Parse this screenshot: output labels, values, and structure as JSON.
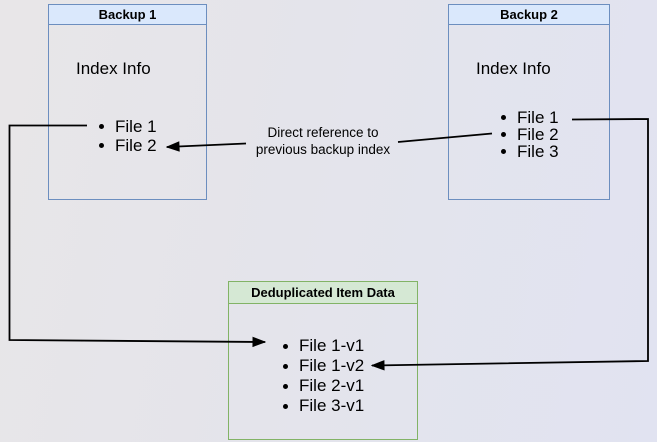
{
  "diagram": {
    "nodes": {
      "backup1": {
        "title": "Backup 1",
        "body_label": "Index Info",
        "items": [
          "File 1",
          "File 2"
        ],
        "header_fill": "#dae8fc",
        "border_color": "#6c8ebf"
      },
      "backup2": {
        "title": "Backup 2",
        "body_label": "Index Info",
        "items": [
          "File 1",
          "File 2",
          "File 3"
        ],
        "header_fill": "#dae8fc",
        "border_color": "#6c8ebf"
      },
      "dedup": {
        "title": "Deduplicated Item Data",
        "items": [
          "File 1-v1",
          "File 1-v2",
          "File 2-v1",
          "File 3-v1"
        ],
        "header_fill": "#d5e8d4",
        "border_color": "#82b366"
      }
    },
    "edges": {
      "reference": {
        "label_line1": "Direct reference to",
        "label_line2": "previous backup index",
        "color": "#000000"
      },
      "backup1_file1_to_dedup": {
        "color": "#000000"
      },
      "backup2_file1_to_dedup": {
        "color": "#000000"
      }
    },
    "background": {
      "gradient_start": "#e8e6e8",
      "gradient_end": "#e1e3f1"
    },
    "text_color": "#000000"
  }
}
